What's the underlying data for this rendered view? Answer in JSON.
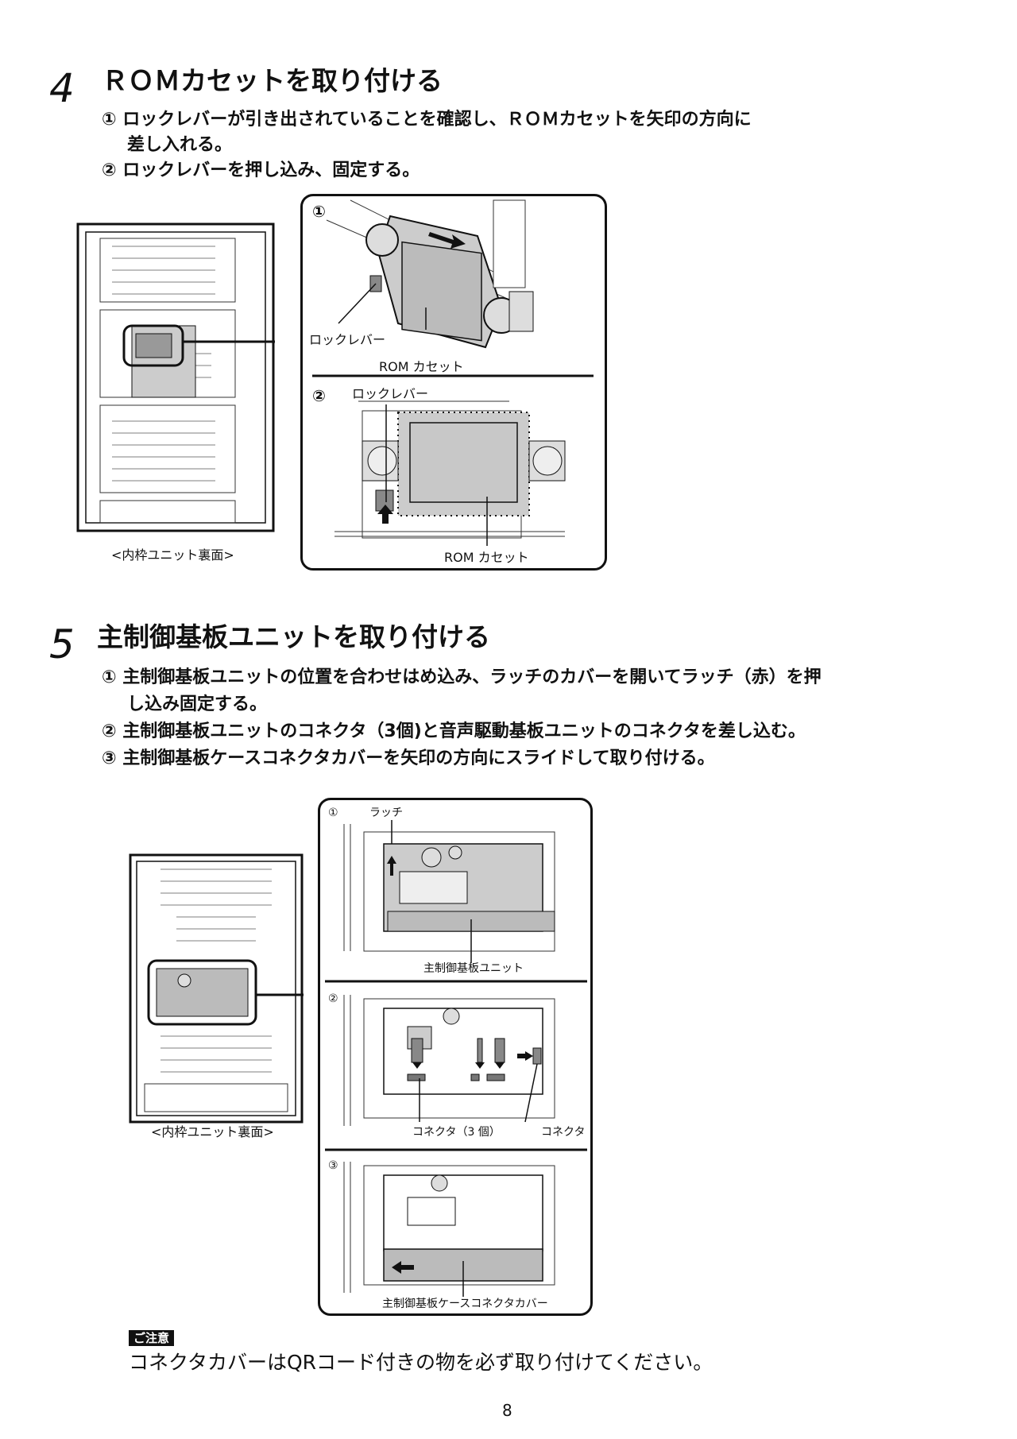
{
  "step4": {
    "number": "4",
    "title": "ＲＯＭカセットを取り付ける",
    "instructions": [
      "① ロックレバーが引き出されていることを確認し、ＲＯＭカセットを矢印の方向に",
      "差し入れる。",
      "② ロックレバーを押し込み、固定する。"
    ],
    "overview_caption": "<内枠ユニット裏面>",
    "panel": {
      "sub1_marker": "①",
      "sub1_lock_label": "ロックレバー",
      "sub1_rom_label": "ROM カセット",
      "sub2_marker": "②",
      "sub2_lock_label": "ロックレバー",
      "sub2_rom_label": "ROM カセット"
    }
  },
  "step5": {
    "number": "5",
    "title": "主制御基板ユニットを取り付ける",
    "instructions": [
      "① 主制御基板ユニットの位置を合わせはめ込み、ラッチのカバーを開いてラッチ（赤）を押",
      "し込み固定する。",
      "② 主制御基板ユニットのコネクタ（3個)と音声駆動基板ユニットのコネクタを差し込む。",
      "③ 主制御基板ケースコネクタカバーを矢印の方向にスライドして取り付ける。"
    ],
    "overview_caption": "<内枠ユニット裏面>",
    "panel": {
      "sub1_marker": "①",
      "sub1_latch_label": "ラッチ",
      "sub1_unit_label": "主制御基板ユニット",
      "sub2_marker": "②",
      "sub2_connector3_label": "コネクタ（3 個）",
      "sub2_connector_label": "コネクタ",
      "sub3_marker": "③",
      "sub3_cover_label": "主制御基板ケースコネクタカバー"
    }
  },
  "notice": {
    "badge": "ご注意",
    "text": "コネクタカバーはQRコード付きの物を必ず取り付けてください。"
  },
  "page_number": "8"
}
